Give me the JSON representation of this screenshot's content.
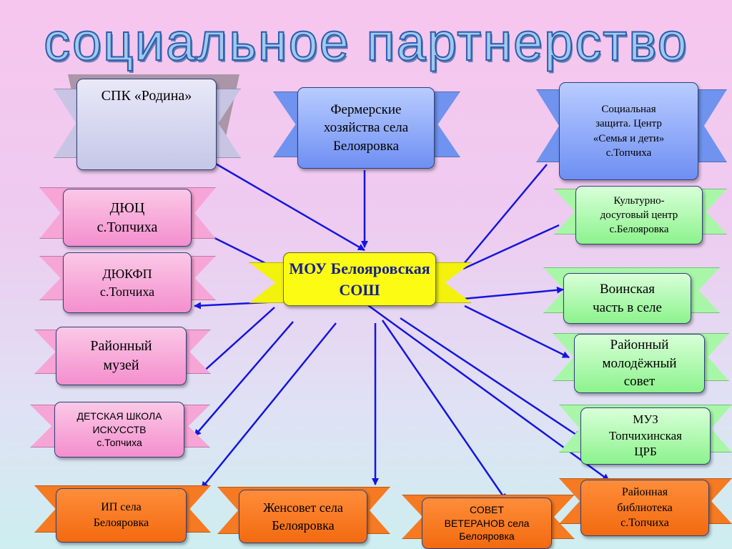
{
  "title": "социальное партнерство",
  "center": {
    "line1": "МОУ Белояровская",
    "line2": "СОШ"
  },
  "partners": {
    "spk": {
      "lines": [
        "СПК «Родина»"
      ]
    },
    "fermer": {
      "lines": [
        "Фермерские",
        "хозяйства села",
        "Белояровка"
      ]
    },
    "socz": {
      "lines": [
        "Социальная",
        "защита. Центр",
        "«Семья и дети»",
        "с.Топчиха"
      ]
    },
    "duc": {
      "lines": [
        "ДЮЦ",
        "с.Топчиха"
      ]
    },
    "dukfp": {
      "lines": [
        "ДЮКФП",
        "с.Топчиха"
      ]
    },
    "muzey": {
      "lines": [
        "Районный",
        "музей"
      ]
    },
    "dshi": {
      "lines": [
        "ДЕТСКАЯ ШКОЛА",
        "ИСКУССТВ",
        "с.Топчиха"
      ]
    },
    "kdc": {
      "lines": [
        "Культурно-",
        "досуговый центр",
        "с.Белояровка"
      ]
    },
    "voin": {
      "lines": [
        "Воинская",
        "часть в селе"
      ]
    },
    "molod": {
      "lines": [
        "Районный",
        "молодёжный",
        "совет"
      ]
    },
    "muz": {
      "lines": [
        "МУЗ",
        "Топчихинская",
        "ЦРБ"
      ]
    },
    "ip": {
      "lines": [
        "ИП села",
        "Белояровка"
      ]
    },
    "zhensovet": {
      "lines": [
        "Женсовет села",
        "Белояровка"
      ]
    },
    "veteran": {
      "lines": [
        "СОВЕТ",
        "ВЕТЕРАНОВ  села",
        "Белояровка"
      ]
    },
    "biblio": {
      "lines": [
        "Районная",
        "библиотека",
        "с.Топчиха"
      ]
    }
  },
  "colors": {
    "arrow": "#1515e0",
    "title_fill": "#9fc9ee",
    "title_stroke": "#2d5dab",
    "center_fill": "#fcfb14"
  }
}
